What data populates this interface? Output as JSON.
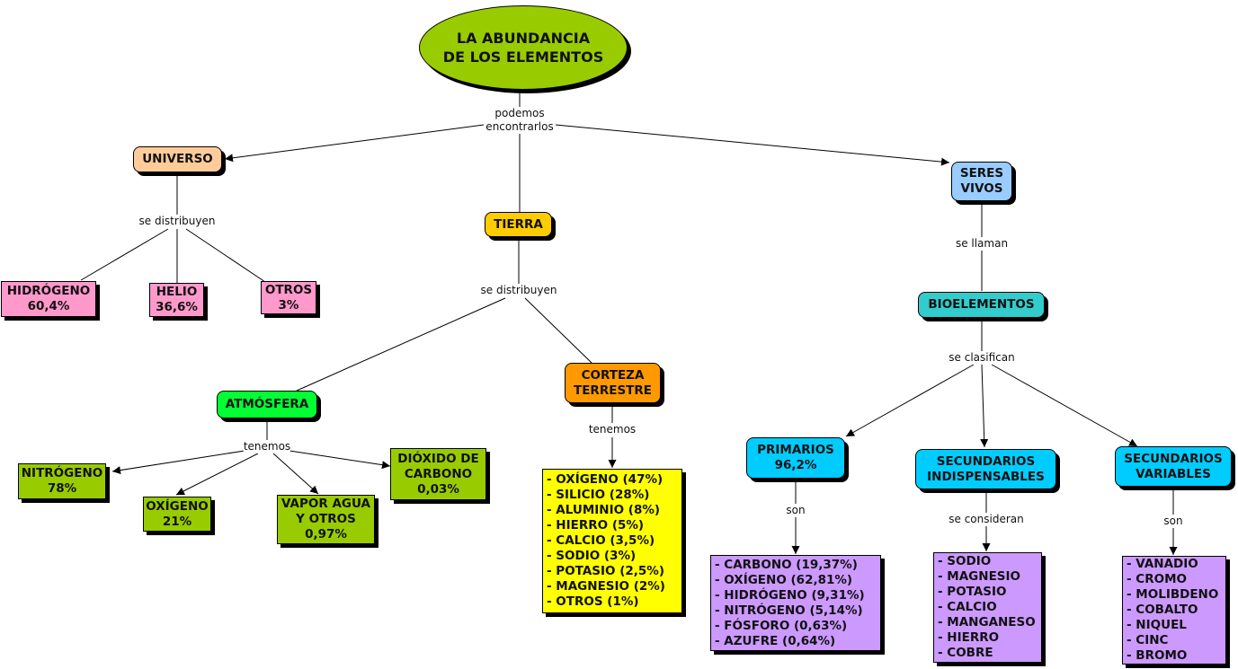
{
  "title": {
    "line1": "LA ABUNDANCIA",
    "line2": "DE LOS ELEMENTOS"
  },
  "colors": {
    "title": "#99cc00",
    "universo": "#ffcc99",
    "universo_children": "#ff99cc",
    "tierra": "#ffcc00",
    "atmosfera": "#00ff33",
    "atmosfera_children": "#99cc00",
    "corteza": "#ff9900",
    "corteza_list": "#ffff00",
    "seres_vivos": "#99ccff",
    "bioelementos": "#33cccc",
    "bio_classes": "#00ccff",
    "bio_lists": "#cc99ff"
  },
  "linking_phrases": {
    "root": [
      "podemos",
      "encontrarlos"
    ],
    "universo": "se distribuyen",
    "tierra": "se distribuyen",
    "atmosfera": "tenemos",
    "corteza": "tenemos",
    "seres_vivos": "se llaman",
    "bioelementos": "se clasifican",
    "primarios": "son",
    "indispensables": "se consideran",
    "variables": "son"
  },
  "universo": {
    "label": "UNIVERSO",
    "children": [
      {
        "name": "HIDRÓGENO",
        "value": "60,4%"
      },
      {
        "name": "HELIO",
        "value": "36,6%"
      },
      {
        "name": "OTROS",
        "value": "3%"
      }
    ]
  },
  "tierra": {
    "label": "TIERRA",
    "atmosfera": {
      "label": "ATMÓSFERA",
      "children": [
        {
          "lines": [
            "NITRÓGENO",
            "78%"
          ]
        },
        {
          "lines": [
            "OXÍGENO",
            "21%"
          ]
        },
        {
          "lines": [
            "VAPOR AGUA",
            "Y OTROS",
            "0,97%"
          ]
        },
        {
          "lines": [
            "DIÓXIDO DE",
            "CARBONO",
            "0,03%"
          ]
        }
      ]
    },
    "corteza": {
      "label_lines": [
        "CORTEZA",
        "TERRESTRE"
      ],
      "items": [
        "- OXÍGENO (47%)",
        "- SILICIO (28%)",
        "- ALUMINIO (8%)",
        "- HIERRO (5%)",
        "- CALCIO (3,5%)",
        "- SODIO (3%)",
        "- POTASIO (2,5%)",
        "- MAGNESIO (2%)",
        "- OTROS (1%)"
      ]
    }
  },
  "seres_vivos": {
    "label_lines": [
      "SERES",
      "VIVOS"
    ],
    "bioelementos": {
      "label": "BIOELEMENTOS",
      "primarios": {
        "label_lines": [
          "PRIMARIOS",
          "96,2%"
        ],
        "items": [
          "- CARBONO (19,37%)",
          "- OXÍGENO (62,81%)",
          "- HIDRÓGENO (9,31%)",
          "- NITRÓGENO (5,14%)",
          "- FÓSFORO (0,63%)",
          "- AZUFRE (0,64%)"
        ]
      },
      "indispensables": {
        "label_lines": [
          "SECUNDARIOS",
          "INDISPENSABLES"
        ],
        "items": [
          "- SODIO",
          "- MAGNESIO",
          "- POTASIO",
          "- CALCIO",
          "- MANGANESO",
          "- HIERRO",
          "- COBRE"
        ]
      },
      "variables": {
        "label_lines": [
          "SECUNDARIOS",
          "VARIABLES"
        ],
        "items": [
          "- VANADIO",
          "- CROMO",
          "- MOLIBDENO",
          "- COBALTO",
          "- NIQUEL",
          "- CINC",
          "- BROMO"
        ]
      }
    }
  }
}
